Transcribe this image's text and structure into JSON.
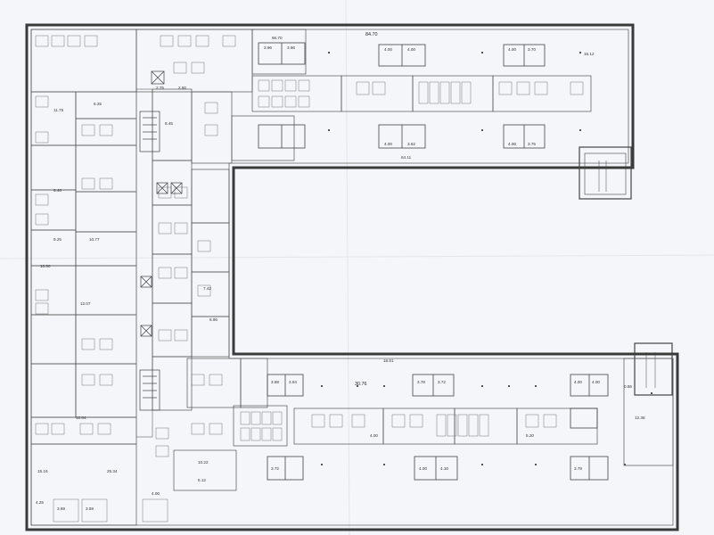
{
  "floor_plan": {
    "north_wing": {
      "corridor_label": "84.70",
      "dimension_top": "66.70",
      "east_room_area": "16.12",
      "office_areas": [
        "4.00",
        "4.00",
        "3.96",
        "3.96",
        "4.00",
        "3.70",
        "4.00",
        "3.62",
        "4.00",
        "3.75"
      ],
      "bottom_label": "64.11"
    },
    "west_wing": {
      "room_areas": [
        "11.75",
        "6.25",
        "10.80",
        "12.07",
        "9.25",
        "10.77",
        "12.84",
        "4.25",
        "3.89",
        "3.59",
        "15.16",
        "6.48",
        "4.00"
      ]
    },
    "south_wing": {
      "corridor_label": "30.76",
      "top_label": "18.81",
      "east_room_area": "12.38",
      "office_areas": [
        "3.88",
        "3.94",
        "3.78",
        "3.72",
        "4.00",
        "4.00",
        "3.72",
        "4.00",
        "4.10",
        "3.79"
      ],
      "bottom_areas": [
        "10.22",
        "6.12",
        "25.34"
      ]
    },
    "misc_areas": [
      "2.75",
      "2.50",
      "8.45",
      "7.42",
      "6.96",
      "4.00",
      "5.20",
      "0.86"
    ]
  }
}
